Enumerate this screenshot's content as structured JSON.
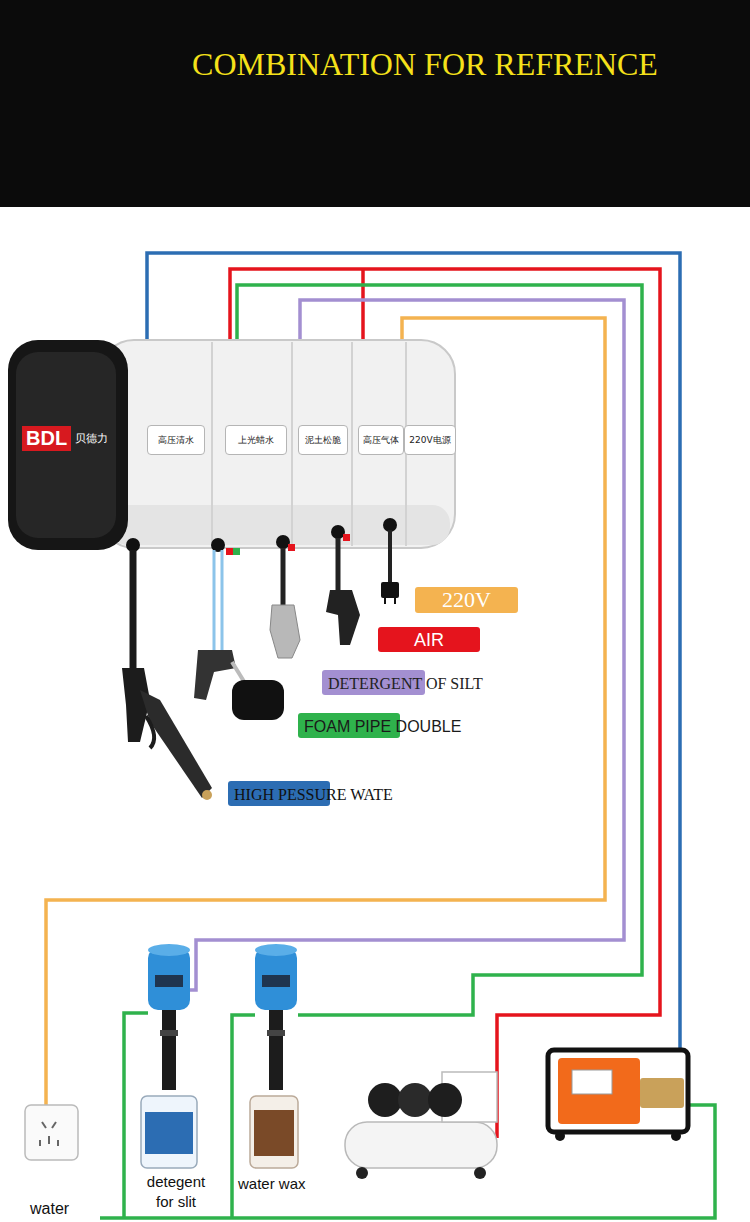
{
  "diagram": {
    "title": "COMBINATION FOR REFRENCE",
    "nodes": [
      {
        "text": [
          "BDL",
          "贝德力"
        ]
      },
      {
        "text": [
          "高压清水"
        ],
        "in": 0
      },
      {
        "text": [
          "上光蜡水"
        ],
        "in": 0
      },
      {
        "text": [
          "泥土松脆"
        ],
        "in": 0
      },
      {
        "text": [
          "高压气体"
        ],
        "in": 0
      },
      {
        "text": [
          "220V电源"
        ],
        "in": 0
      }
    ],
    "labels": [
      "detegent for slit",
      "water wax",
      "water"
    ],
    "legend": [
      {
        "text": "220V",
        "color": "#f4b350"
      },
      {
        "text": "AIR",
        "color": "#e5141d"
      },
      {
        "text": "DETERGENT OF SILT",
        "color": "#a38fd1"
      },
      {
        "text": "FOAM PIPE DOUBLE",
        "color": "#2fb24c"
      },
      {
        "text": "HIGH PESSURE WATE",
        "color": "#2c6db3"
      }
    ]
  }
}
